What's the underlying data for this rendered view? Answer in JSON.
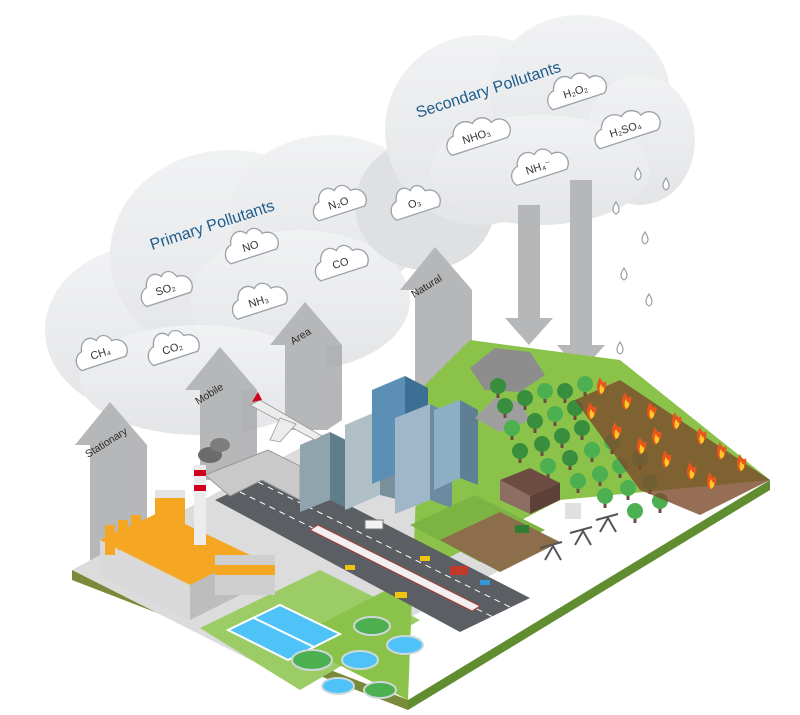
{
  "primary": {
    "title": "Primary Pollutants",
    "items": [
      "CH₄",
      "CO₂",
      "SO₂",
      "NH₃",
      "NO",
      "CO",
      "N₂O"
    ]
  },
  "secondary": {
    "title": "Secondary Pollutants",
    "items": [
      "O₃",
      "NHO₃",
      "NH₄⁻",
      "H₂O₂",
      "H₂SO₄"
    ]
  },
  "sources": [
    "Stationary",
    "Mobile",
    "Area",
    "Natural"
  ],
  "colors": {
    "cloud": "#e8e9eb",
    "arrow": "#b6b7b9",
    "title": "#1d5c8c",
    "grass": "#8bc34a",
    "ground_side": "#5f8d30",
    "road": "#5b5e63",
    "fire": "#e8561c"
  }
}
